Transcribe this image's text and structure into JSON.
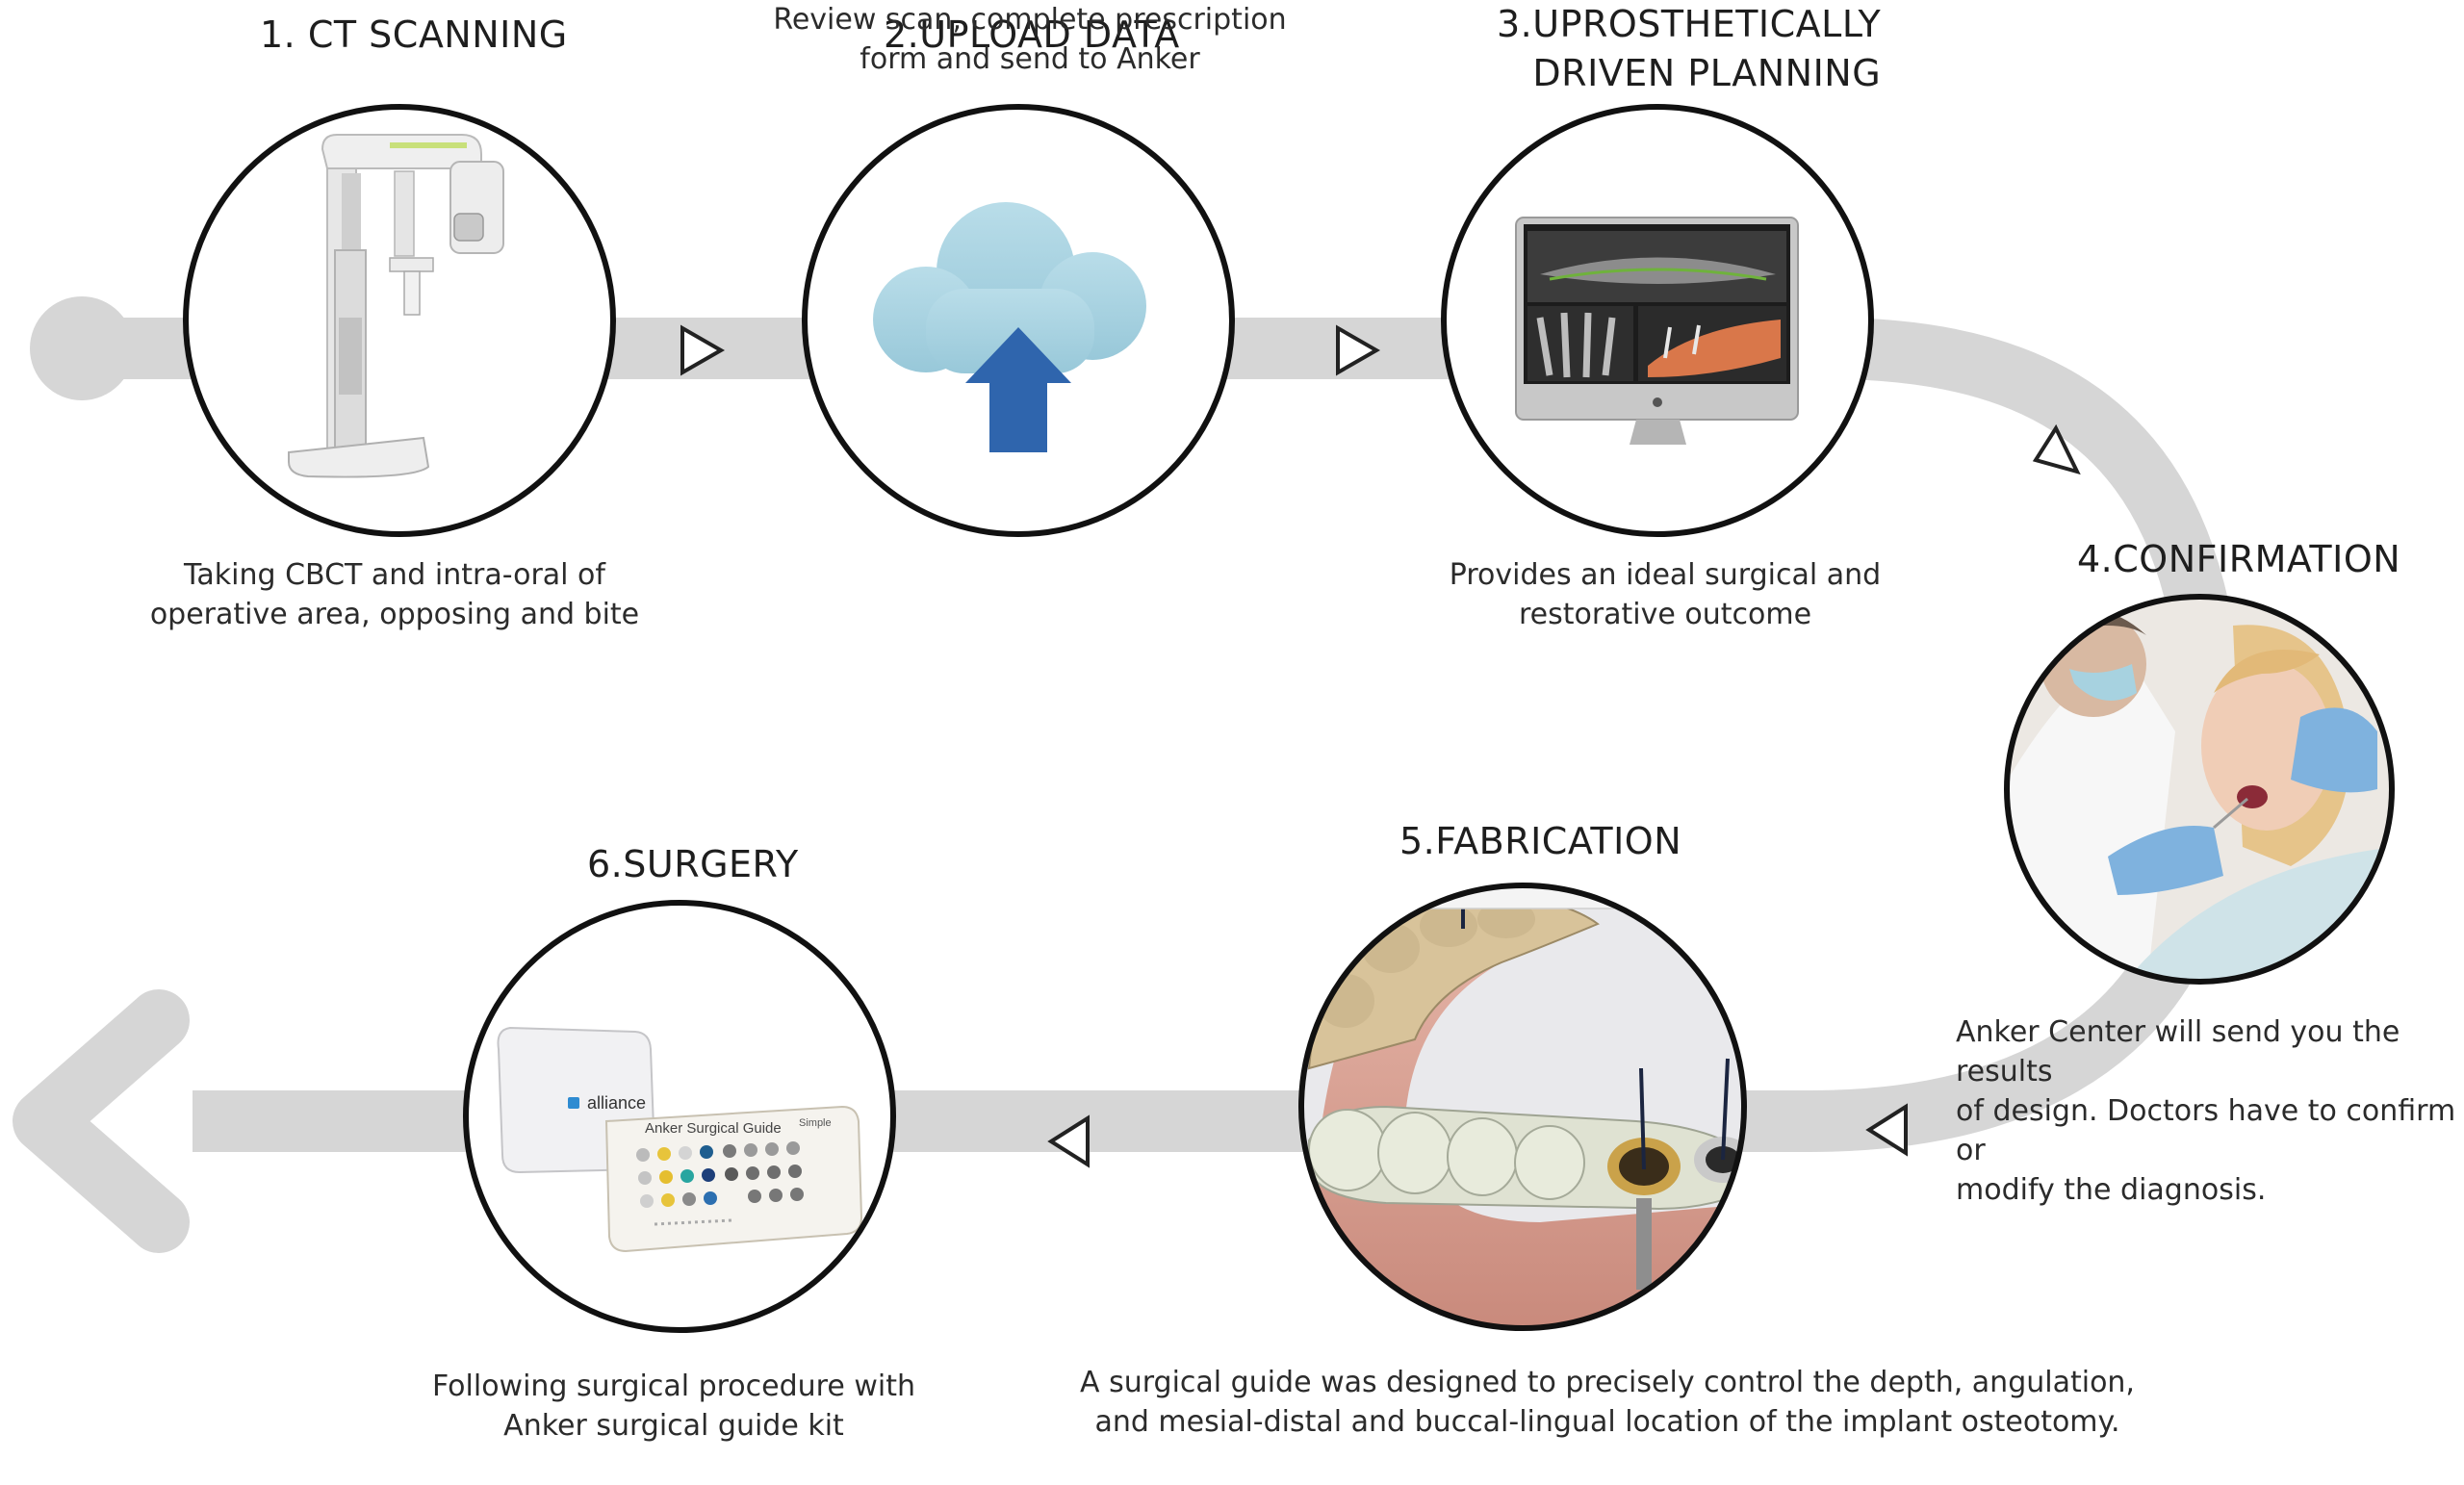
{
  "steps": [
    {
      "title": "1. CT SCANNING",
      "caption": [
        "Taking CBCT and intra-oral of",
        "operative area, opposing and bite"
      ],
      "illustration": "ct-scanner-machine"
    },
    {
      "title": "2.UPLOAD DATA",
      "caption": [
        "Review scan, complete prescription",
        "form and send to Anker"
      ],
      "illustration": "cloud-upload-icon"
    },
    {
      "title": [
        "3.UPROSTHETICALLY",
        "DRIVEN PLANNING"
      ],
      "caption": [
        "Provides an ideal surgical and",
        "restorative outcome"
      ],
      "illustration": "computer-monitor-with-dental-scans"
    },
    {
      "title": "4.CONFIRMATION",
      "caption": [
        "Anker Center will send you the results",
        "of design. Doctors have to confirm or",
        "modify the diagnosis."
      ],
      "illustration": "dentist-with-patient-photo"
    },
    {
      "title": "5.FABRICATION",
      "caption": [
        "A surgical guide was designed to precisely control the depth, angulation,",
        "and mesial-distal and buccal-lingual location of the implant osteotomy."
      ],
      "illustration": "3d-dental-surgical-guide-render"
    },
    {
      "title": "6.SURGERY",
      "caption": [
        "Following surgical procedure with",
        "Anker surgical guide kit"
      ],
      "illustration": "surgical-guide-kit-box",
      "kit_labels": {
        "brand": "alliance",
        "product": "Anker Surgical Guide",
        "variant": "Simple"
      }
    }
  ],
  "colors": {
    "path": "#d6d6d6",
    "circle_stroke": "#111111",
    "arrow": "#222222",
    "cloud": "#a9d4e2",
    "upload_arrow": "#2f65ad"
  }
}
